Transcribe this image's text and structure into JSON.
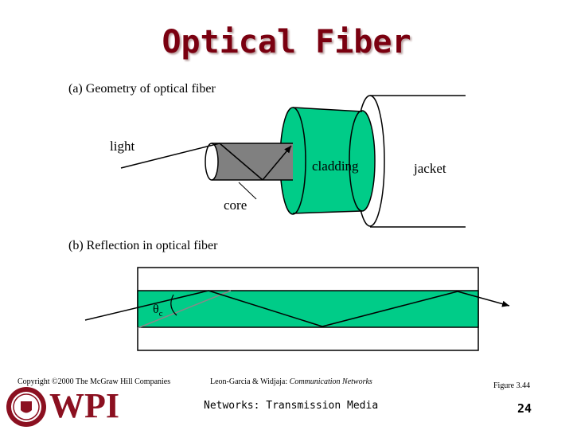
{
  "title": "Optical Fiber",
  "part_a": {
    "caption": "(a)  Geometry of optical fiber",
    "labels": {
      "light": "light",
      "cladding": "cladding",
      "jacket": "jacket",
      "core": "core"
    }
  },
  "part_b": {
    "caption": "(b)  Reflection in optical fiber",
    "angle_symbol": "θ",
    "angle_subscript": "c"
  },
  "footer": {
    "copyright": "Copyright ©2000 The McGraw Hill Companies",
    "citation_authors": "Leon-Garcia & Widjaja:  ",
    "citation_title": "Communication Networks",
    "figure": "Figure 3.44",
    "course": "Networks: Transmission Media",
    "page": "24",
    "logo_text": "WPI"
  },
  "colors": {
    "title": "#7a0010",
    "cladding": "#00cc88",
    "core": "#808080",
    "logo": "#8b1020"
  }
}
